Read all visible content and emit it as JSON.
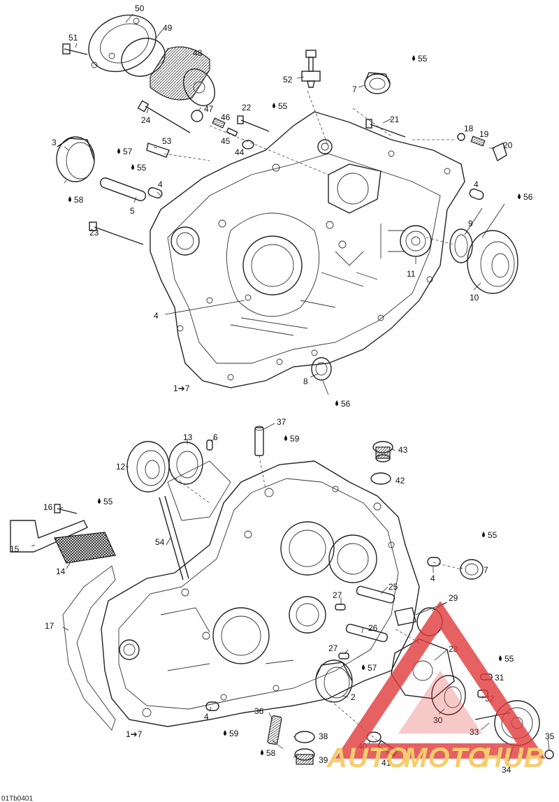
{
  "colors": {
    "watermark_red": "#e03a3a",
    "watermark_gold": "#f4c14a",
    "ink": "#222222"
  },
  "callouts_top": [
    "50",
    "49",
    "48",
    "51",
    "52",
    "55",
    "7",
    "55",
    "47",
    "46",
    "22",
    "24",
    "45",
    "44",
    "21",
    "18",
    "19",
    "20",
    "3",
    "57",
    "53",
    "55",
    "58",
    "4",
    "4",
    "5",
    "23",
    "56",
    "9",
    "11",
    "10",
    "4",
    "8",
    "56"
  ],
  "callouts_bottom": [
    "37",
    "59",
    "43",
    "42",
    "13",
    "6",
    "12",
    "16",
    "55",
    "15",
    "14",
    "54",
    "55",
    "7",
    "4",
    "25",
    "27",
    "29",
    "17",
    "26",
    "28",
    "27",
    "57",
    "55",
    "31",
    "2",
    "32",
    "30",
    "4",
    "36",
    "33",
    "35",
    "59",
    "38",
    "40",
    "58",
    "39",
    "41",
    "34"
  ],
  "assembly_ref_top": "1➔7",
  "assembly_ref_bottom": "1➔7",
  "figure_code": "01Tb0401",
  "watermark": {
    "brand_a": "AUTO",
    "brand_b": "MOTO",
    "brand_c": "HUB",
    "icon": "warning-triangle-icon"
  }
}
